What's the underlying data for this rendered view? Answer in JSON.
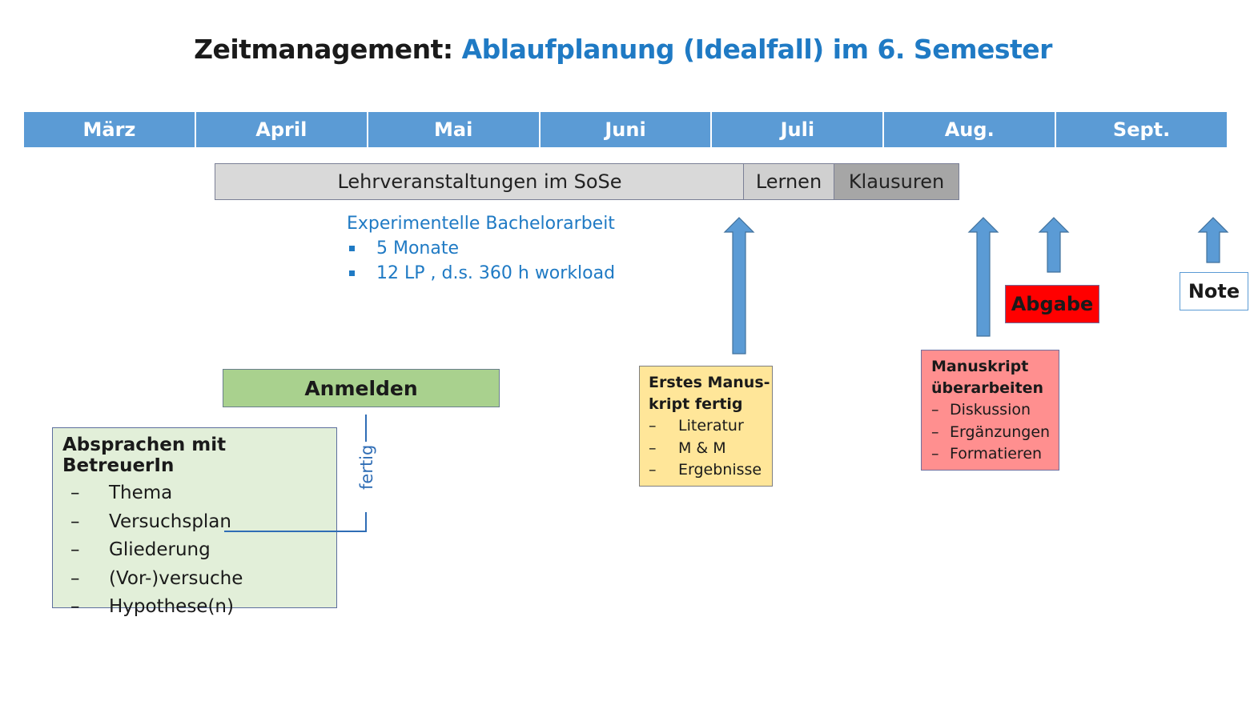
{
  "title": {
    "prefix": "Zeitmanagement: ",
    "highlight": "Ablaufplanung (Idealfall) im 6. Semester"
  },
  "months": [
    "März",
    "April",
    "Mai",
    "Juni",
    "Juli",
    "Aug.",
    "Sept."
  ],
  "timeline": {
    "lehrveranstaltungen": "Lehrveranstaltungen im SoSe",
    "lernen": "Lernen",
    "klausuren": "Klausuren"
  },
  "bachelorarbeit": {
    "heading": "Experimentelle Bachelorarbeit",
    "items": [
      "5 Monate",
      "12 LP , d.s. 360 h workload"
    ]
  },
  "anmelden": "Anmelden",
  "absprachen": {
    "heading": "Absprachen mit BetreuerIn",
    "items": [
      "Thema",
      "Versuchsplan",
      "Gliederung",
      "(Vor-)versuche",
      "Hypothese(n)"
    ]
  },
  "fertig": "fertig",
  "erstes_manuskript": {
    "heading_line1": "Erstes Manus-",
    "heading_line2": "kript fertig",
    "items": [
      "Literatur",
      "M & M",
      "Ergebnisse"
    ]
  },
  "manuskript_ueberarbeiten": {
    "heading_line1": "Manuskript",
    "heading_line2": "überarbeiten",
    "items": [
      "Diskussion",
      "Ergänzungen",
      "Formatieren"
    ]
  },
  "abgabe": "Abgabe",
  "note": "Note",
  "colors": {
    "title_accent": "#1f7ac4",
    "month_bar": "#5b9bd5",
    "anmelden": "#a9d18e",
    "absprachen": "#e2efd9",
    "erstes_manuskript": "#ffe699",
    "manuskript_ueberarbeiten": "#ff8f8f",
    "abgabe": "#ff0000",
    "arrow": "#5b9bd5"
  }
}
